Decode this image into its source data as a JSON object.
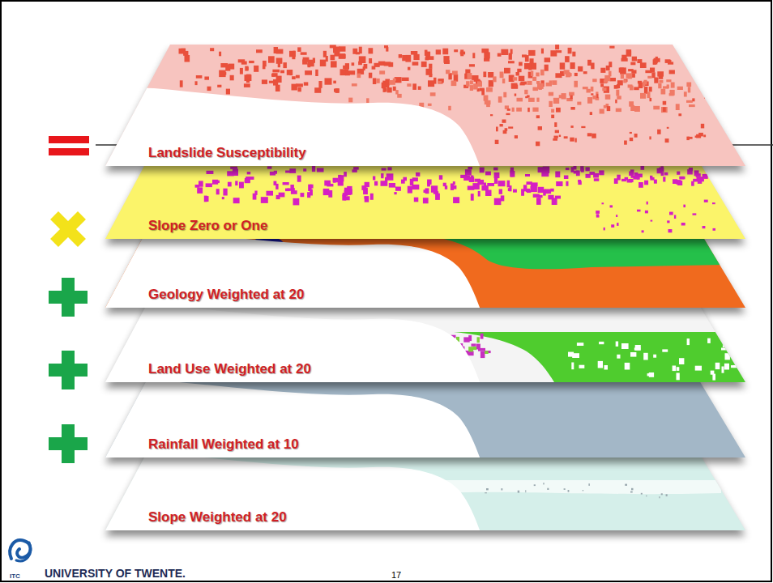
{
  "diagram": {
    "nodes": [
      {
        "text": [
          "Landslide Susceptibility"
        ]
      },
      {
        "text": [
          "Slope Zero or One"
        ]
      },
      {
        "text": [
          "Geology Weighted at 20"
        ]
      },
      {
        "text": [
          "Land Use Weighted at 20"
        ]
      },
      {
        "text": [
          "Rainfall Weighted at 10"
        ]
      },
      {
        "text": [
          "Slope Weighted at 20"
        ]
      }
    ],
    "labels": [
      "ITC",
      "UNIVERSITY OF TWENTE.",
      "17"
    ]
  }
}
